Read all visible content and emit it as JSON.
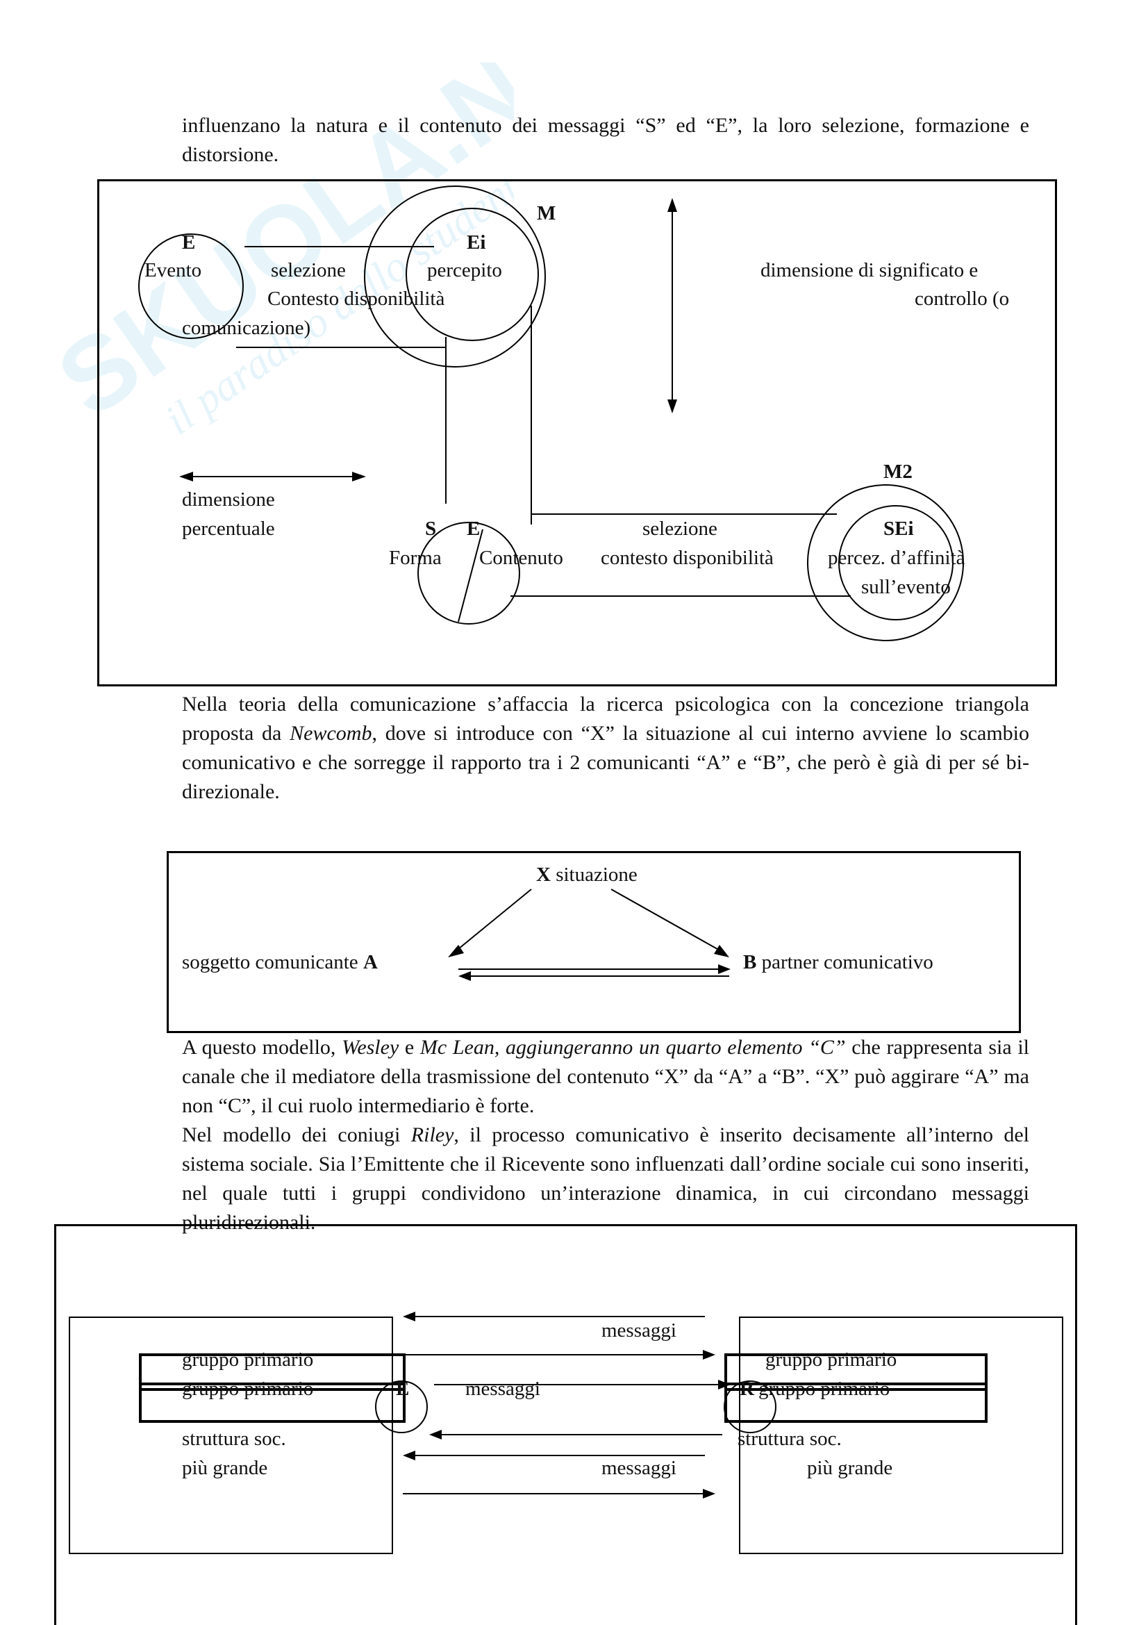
{
  "watermark": {
    "brand": "SKUOLA.NET",
    "tagline": "il paradiso dello studente",
    "color": "#9fd8ec"
  },
  "paragraphs": {
    "p1": "influenzano la natura e il contenuto dei messaggi “S” ed “E”, la loro selezione, formazione e distorsione.",
    "p2_a": "Nella teoria della comunicazione s’affaccia la ricerca psicologica con la concezione triangola proposta da ",
    "p2_b": "Newcomb",
    "p2_c": ", dove si introduce con “X” la situazione al cui interno avviene lo scambio comunicativo e che sorregge il rapporto tra i 2 comunicanti “A” e “B”, che però è già di per sé bi-direzionale.",
    "p3_a": "A questo modello, ",
    "p3_b": "Wesley",
    "p3_c": " e ",
    "p3_d": "Mc Lean, aggiungeranno un quarto elemento “C”",
    "p3_e": " che rappresenta sia il canale che il mediatore della trasmissione del contenuto “X” da “A” a “B”.  “X” può aggirare “A” ma non “C”, il cui ruolo intermediario è forte.",
    "p4_a": "Nel modello dei coniugi ",
    "p4_b": "Riley",
    "p4_c": ", il processo comunicativo è inserito decisamente all’interno del sistema sociale. Sia l’Emittente  che il Ricevente sono influenzati dall’ordine sociale cui sono inseriti, nel quale tutti i gruppi condividono un’interazione dinamica, in cui circondano messaggi pluridirezionali."
  },
  "diagram1": {
    "E": "E",
    "evento": "Evento",
    "selezione1": "selezione",
    "contesto1": "Contesto disponibilità",
    "comunicazione": "comunicazione)",
    "M": "M",
    "Ei": "Ei",
    "percepito": "percepito",
    "dim_signif": "dimensione di significato e",
    "controllo": "controllo  (o",
    "dim_perc_1": "dimensione",
    "dim_perc_2": "percentuale",
    "S": "S",
    "E2": "E",
    "forma": "Forma",
    "contenuto": "Contenuto",
    "selezione2": "selezione",
    "contesto2": "contesto disponibilità",
    "M2": "M2",
    "SEi": "SEi",
    "percez": "percez. d’affinità",
    "sull": "sull’evento"
  },
  "diagram2": {
    "X": "X",
    "situazione": "situazione",
    "soggetto": "soggetto comunicante ",
    "A": "A",
    "B": "B",
    "partner": " partner comunicativo"
  },
  "diagram3": {
    "gp_l1": "gruppo primario",
    "gp_l2": "gruppo primario",
    "E": "E",
    "messaggi_top": "messaggi",
    "messaggi_mid": "messaggi",
    "messaggi_bot": "messaggi",
    "gp_r1": "gruppo primario",
    "R": "R",
    "gp_r2": "gruppo primario",
    "struttura_l": "struttura soc.",
    "grande_l": "più grande",
    "struttura_r": "struttura soc.",
    "grande_r": "più grande"
  }
}
